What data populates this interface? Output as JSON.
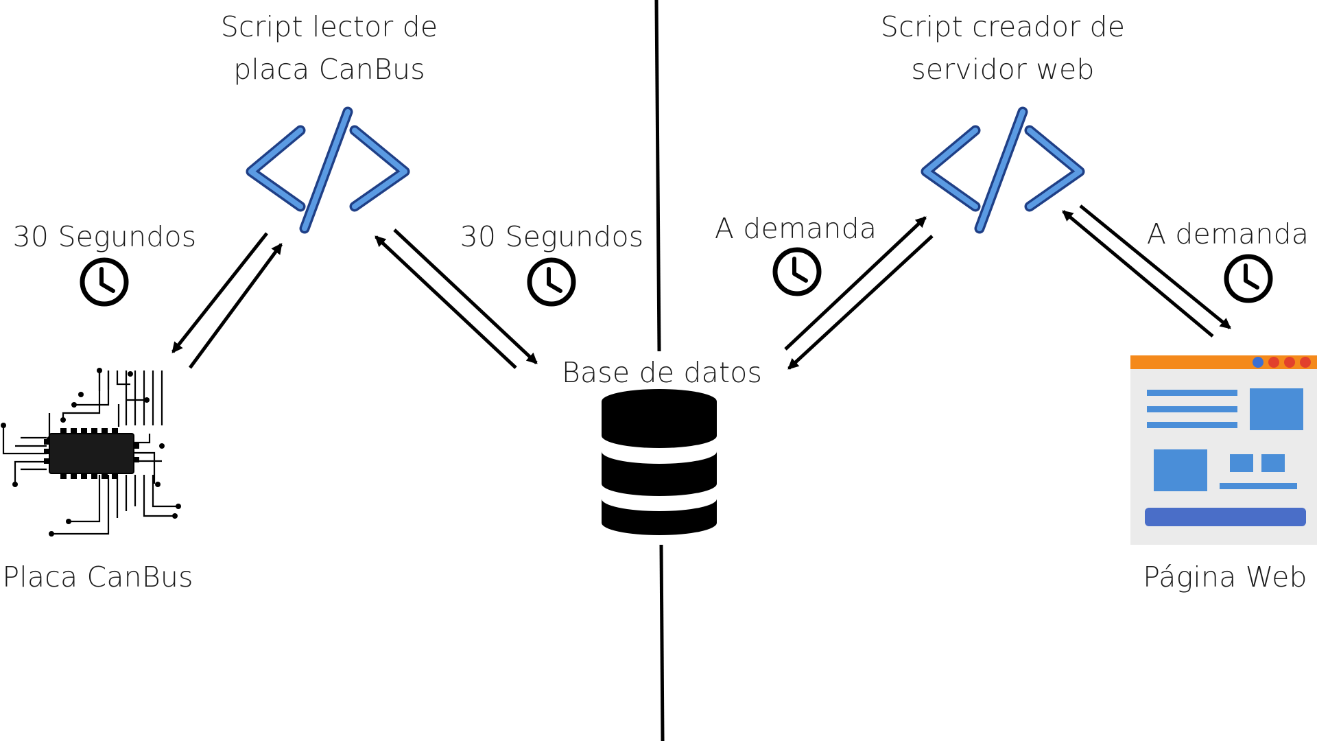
{
  "nodes": {
    "canbus_script": {
      "label": "Script lector de\nplaca CanBus"
    },
    "web_script": {
      "label": "Script creador de\nservidor web"
    },
    "canbus_board": {
      "label": "Placa CanBus"
    },
    "database": {
      "label": "Base de datos"
    },
    "web_page": {
      "label": "Página Web"
    }
  },
  "intervals": {
    "board_to_script": "30 Segundos",
    "script_to_db": "30 Segundos",
    "db_to_web_script": "A demanda",
    "web_script_to_page": "A demanda"
  },
  "icons": {
    "code": "code-icon",
    "clock": "clock-icon",
    "chip": "chip-icon",
    "database": "database-icon",
    "webpage": "webpage-icon"
  },
  "colors": {
    "code_fill": "#5b9be3",
    "code_outline": "#1f3f86",
    "page_header": "#f4891b",
    "page_dot_blue": "#3b6fd4",
    "page_dot_red": "#e2412c",
    "page_body": "#ebebeb",
    "page_block": "#4a8ed8",
    "page_button": "#4a6ec8",
    "ink": "#000000"
  }
}
